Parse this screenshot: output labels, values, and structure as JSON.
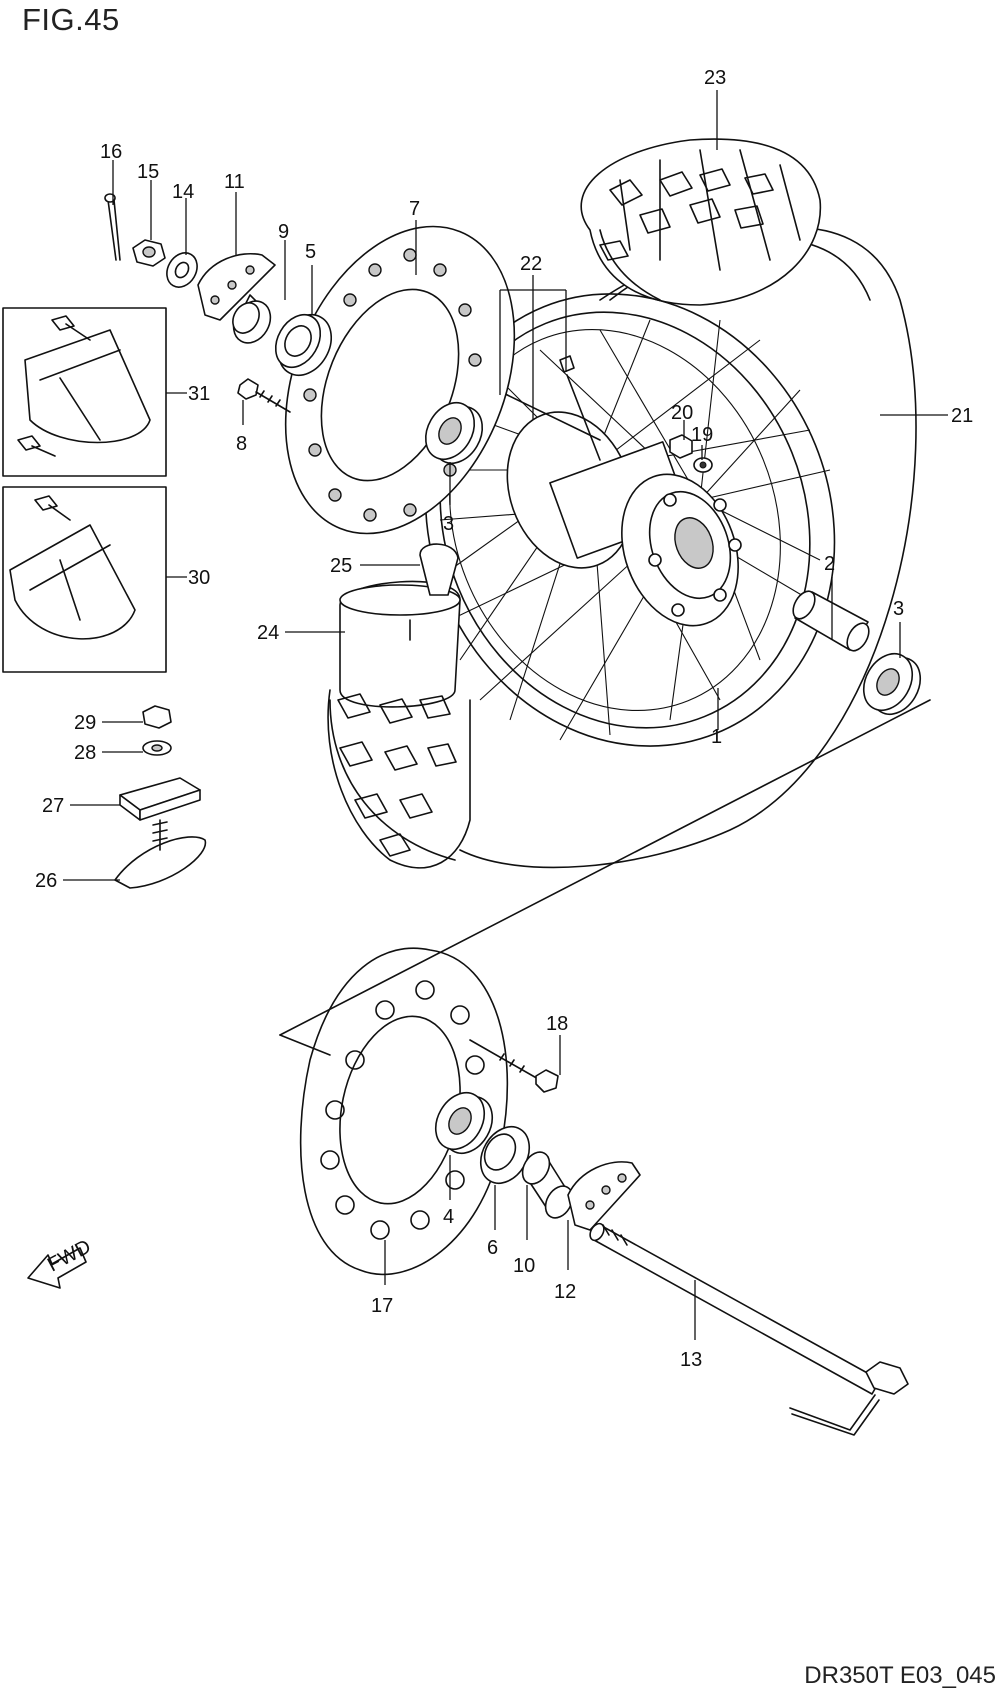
{
  "figure_title": "FIG.45",
  "document_code": "DR350T E03_045",
  "fwd_label": "FWD",
  "callouts": [
    "1",
    "2",
    "3",
    "3",
    "4",
    "5",
    "6",
    "7",
    "8",
    "9",
    "10",
    "11",
    "12",
    "13",
    "14",
    "15",
    "16",
    "17",
    "18",
    "19",
    "20",
    "21",
    "22",
    "23",
    "24",
    "25",
    "26",
    "27",
    "28",
    "29",
    "30",
    "31"
  ]
}
